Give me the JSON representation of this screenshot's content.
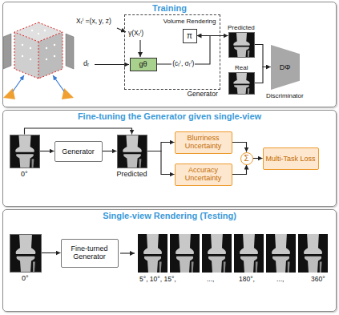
{
  "diagram": {
    "nodes": [
      {
        "text": [
          "Training"
        ]
      },
      {
        "text": [
          "Volume Rendering",
          "Generator"
        ],
        "in": 0
      },
      {
        "text": [
          "π"
        ],
        "in": 1
      },
      {
        "text": [
          "gθ"
        ],
        "in": 1
      },
      {
        "text": [
          "Predicted"
        ],
        "in": 0
      },
      {
        "text": [
          "Real"
        ],
        "in": 0
      },
      {
        "text": [
          "DΦ",
          "Discriminator"
        ],
        "in": 0
      },
      {
        "text": [
          "Fine-tuning the Generator given single-view"
        ]
      },
      {
        "text": [
          "0°"
        ],
        "in": 7
      },
      {
        "text": [
          "Generator"
        ],
        "in": 7
      },
      {
        "text": [
          "Predicted"
        ],
        "in": 7
      },
      {
        "text": [
          "Blurriness Uncertainty"
        ],
        "in": 7
      },
      {
        "text": [
          "Accuracy Uncertainty"
        ],
        "in": 7
      },
      {
        "text": [
          "Σ"
        ],
        "in": 7
      },
      {
        "text": [
          "Multi-Task Loss"
        ],
        "in": 7
      },
      {
        "text": [
          "Single-view Rendering (Testing)"
        ]
      },
      {
        "text": [
          "0°"
        ],
        "in": 15
      },
      {
        "text": [
          "Fine-turned Generator"
        ],
        "in": 15
      }
    ],
    "edges": [
      {
        "from": 3,
        "to": 2,
        "label": "(cᵣⁱ, σᵣⁱ)",
        "arrow": "to"
      },
      {
        "from": 2,
        "to": 4,
        "arrow": "to"
      },
      {
        "from": 4,
        "to": 6,
        "arrow": "to"
      },
      {
        "from": 5,
        "to": 6,
        "arrow": "to"
      },
      {
        "from": 8,
        "to": 9,
        "arrow": "to"
      },
      {
        "from": 9,
        "to": 10,
        "arrow": "to"
      },
      {
        "from": 8,
        "to": 10,
        "arrow": "to"
      },
      {
        "from": 10,
        "to": 11,
        "arrow": "to"
      },
      {
        "from": 10,
        "to": 12,
        "arrow": "to"
      },
      {
        "from": 11,
        "to": 13,
        "arrow": "to"
      },
      {
        "from": 12,
        "to": 13,
        "arrow": "to"
      },
      {
        "from": 13,
        "to": 14,
        "arrow": "to"
      },
      {
        "from": 16,
        "to": 17,
        "arrow": "to"
      }
    ],
    "labels": [
      "Xᵣⁱ =(x, y, z)",
      "γ(Xᵣⁱ)",
      "dᵣ",
      "5°, 10°, 15°,",
      "...,",
      "180°,",
      "...,",
      "360°"
    ]
  }
}
